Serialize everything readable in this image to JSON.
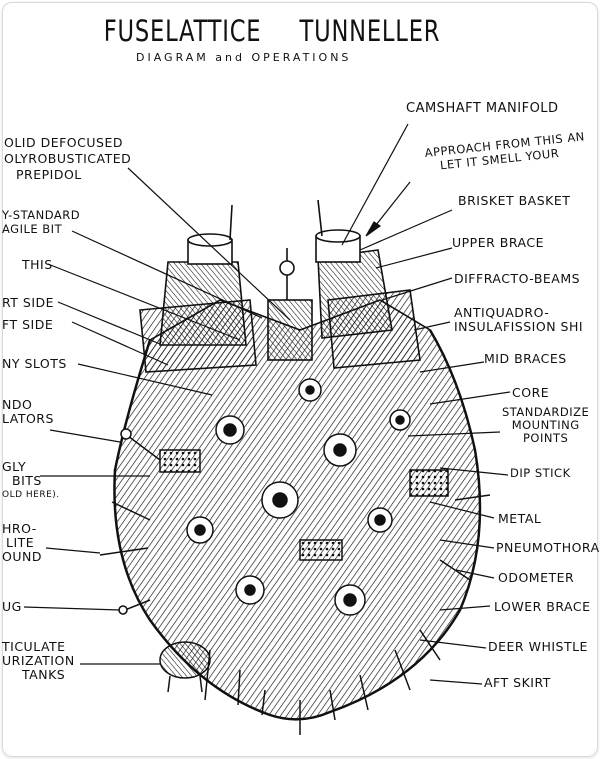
{
  "title": {
    "word1": "FUSELATTICE",
    "word2": "TUNNELLER"
  },
  "subtitle": "DIAGRAM and OPERATIONS",
  "labels_left": [
    {
      "id": "solid-defocused",
      "lines": [
        "OLID DEFOCUSED",
        "OLYROBUSTICATED",
        "PREPIDOL"
      ]
    },
    {
      "id": "standard-fragile-bit",
      "lines": [
        "Y-STANDARD",
        "AGILE BIT"
      ]
    },
    {
      "id": "this",
      "lines": [
        "THIS"
      ]
    },
    {
      "id": "side-1",
      "lines": [
        "RT SIDE"
      ]
    },
    {
      "id": "side-2",
      "lines": [
        "FT SIDE"
      ]
    },
    {
      "id": "slots",
      "lines": [
        "NY SLOTS"
      ]
    },
    {
      "id": "ndo-lators",
      "lines": [
        "NDO",
        "LATORS"
      ]
    },
    {
      "id": "gly-bits",
      "lines": [
        "GLY",
        "BITS",
        "OLD HERE)."
      ]
    },
    {
      "id": "hro-lite-ound",
      "lines": [
        "HRO-",
        "LITE",
        "OUND"
      ]
    },
    {
      "id": "ug",
      "lines": [
        "UG"
      ]
    },
    {
      "id": "particulate-tanks",
      "lines": [
        "TICULATE",
        "URIZATION",
        "TANKS"
      ]
    }
  ],
  "labels_right": [
    {
      "id": "camshaft-manifold",
      "lines": [
        "CAMSHAFT MANIFOLD"
      ]
    },
    {
      "id": "approach",
      "lines": [
        "APPROACH FROM THIS AN",
        "LET IT SMELL YOUR"
      ]
    },
    {
      "id": "brisket-basket",
      "lines": [
        "BRISKET BASKET"
      ]
    },
    {
      "id": "upper-brace",
      "lines": [
        "UPPER BRACE"
      ]
    },
    {
      "id": "diffracto-beams",
      "lines": [
        "DIFFRACTO-BEAMS"
      ]
    },
    {
      "id": "antiquadro",
      "lines": [
        "ANTIQUADRO-",
        "INSULAFISSION SHI"
      ]
    },
    {
      "id": "mid-braces",
      "lines": [
        "MID BRACES"
      ]
    },
    {
      "id": "core",
      "lines": [
        "CORE"
      ]
    },
    {
      "id": "standardize-mounting",
      "lines": [
        "STANDARDIZE",
        "MOUNTING",
        "POINTS"
      ]
    },
    {
      "id": "dip-stick",
      "lines": [
        "DIP STICK"
      ]
    },
    {
      "id": "metal",
      "lines": [
        "METAL"
      ]
    },
    {
      "id": "pneumothor",
      "lines": [
        "PNEUMOTHORA"
      ]
    },
    {
      "id": "odometer",
      "lines": [
        "ODOMETER"
      ]
    },
    {
      "id": "lower-brace",
      "lines": [
        "LOWER BRACE"
      ]
    },
    {
      "id": "deer-whistle",
      "lines": [
        "DEER WHISTLE"
      ]
    },
    {
      "id": "aft-skirt",
      "lines": [
        "AFT SKIRT"
      ]
    }
  ],
  "colors": {
    "ink": "#111111",
    "paper": "#ffffff",
    "frame": "#d9d9d9"
  }
}
